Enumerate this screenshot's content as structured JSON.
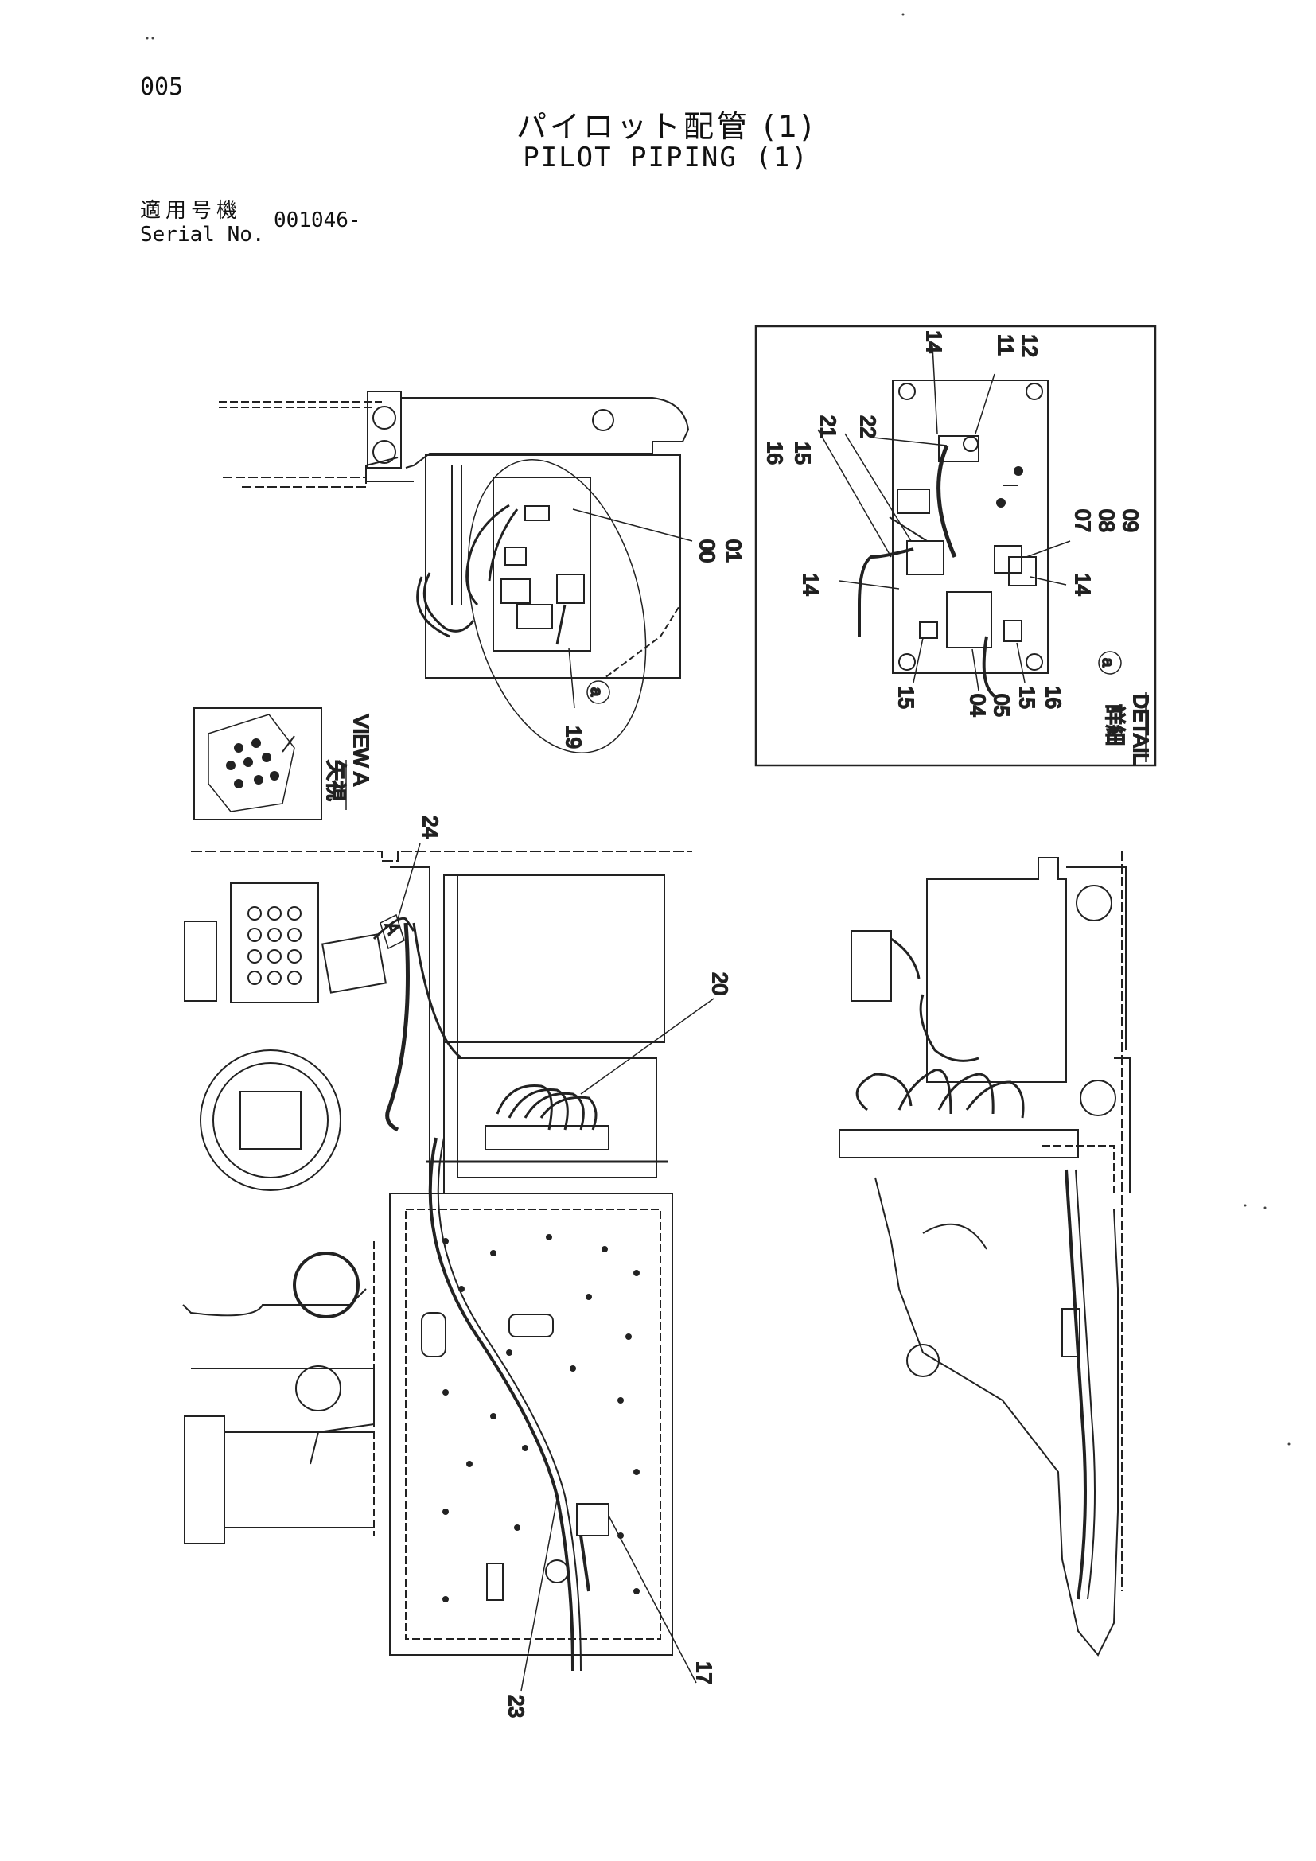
{
  "header": {
    "page_number": "005",
    "title_jp": "パイロット配管 (1)",
    "title_en": "PILOT PIPING (1)",
    "serial_label_jp": "適用号機",
    "serial_label_en": "Serial No.",
    "serial_value": "001046-"
  },
  "detail": {
    "label_jp": "詳細",
    "label_en": "DETAIL",
    "marker": "a"
  },
  "view": {
    "label_jp": "矢視",
    "label_en": "VIEW A"
  },
  "callouts": {
    "c00_01": [
      "00",
      "01"
    ],
    "c19": "19",
    "c14_top": "14",
    "c11_12": [
      "11",
      "12"
    ],
    "c16_15": [
      "16",
      "15"
    ],
    "c21": "21",
    "c22": "22",
    "c07_09": [
      "07",
      "08",
      "09"
    ],
    "c14_left": "14",
    "c14_right": "14",
    "c15_bottom": "15",
    "c04_05": [
      "04",
      "05"
    ],
    "c15_16": [
      "15",
      "16"
    ],
    "c24": "24",
    "c20": "20",
    "c17": "17",
    "c23": "23",
    "arrow_a": "A"
  }
}
